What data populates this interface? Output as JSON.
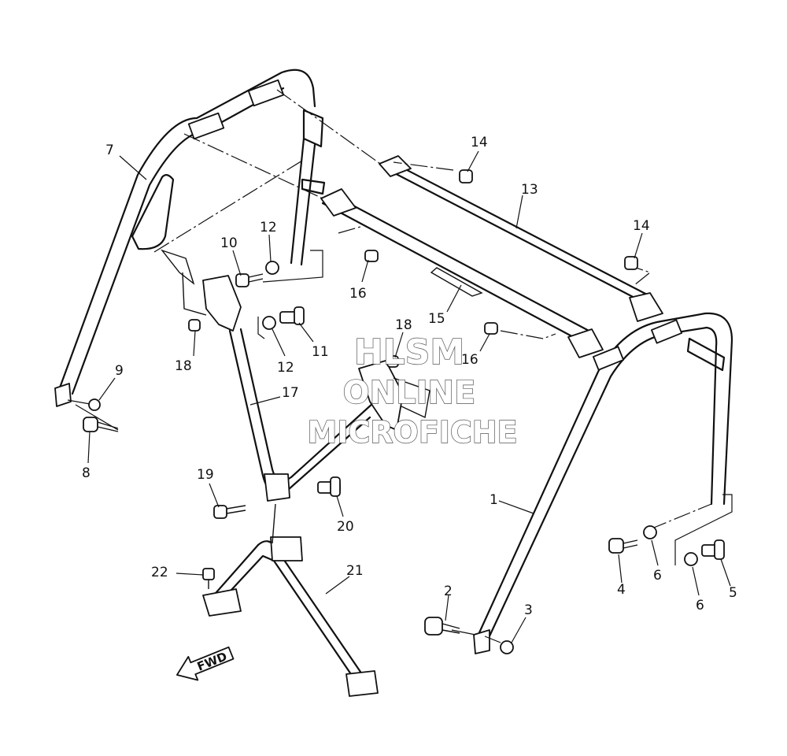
{
  "callouts": [
    {
      "id": "c1",
      "label": "1"
    },
    {
      "id": "c2",
      "label": "2"
    },
    {
      "id": "c3",
      "label": "3"
    },
    {
      "id": "c4",
      "label": "4"
    },
    {
      "id": "c5",
      "label": "5"
    },
    {
      "id": "c6a",
      "label": "6"
    },
    {
      "id": "c6b",
      "label": "6"
    },
    {
      "id": "c7",
      "label": "7"
    },
    {
      "id": "c8",
      "label": "8"
    },
    {
      "id": "c9",
      "label": "9"
    },
    {
      "id": "c10",
      "label": "10"
    },
    {
      "id": "c11",
      "label": "11"
    },
    {
      "id": "c12a",
      "label": "12"
    },
    {
      "id": "c12b",
      "label": "12"
    },
    {
      "id": "c13",
      "label": "13"
    },
    {
      "id": "c14a",
      "label": "14"
    },
    {
      "id": "c14b",
      "label": "14"
    },
    {
      "id": "c15",
      "label": "15"
    },
    {
      "id": "c16a",
      "label": "16"
    },
    {
      "id": "c16b",
      "label": "16"
    },
    {
      "id": "c17",
      "label": "17"
    },
    {
      "id": "c18a",
      "label": "18"
    },
    {
      "id": "c18b",
      "label": "18"
    },
    {
      "id": "c19",
      "label": "19"
    },
    {
      "id": "c20",
      "label": "20"
    },
    {
      "id": "c21",
      "label": "21"
    },
    {
      "id": "c22",
      "label": "22"
    }
  ],
  "direction_arrow": {
    "label": "FWD",
    "icon": "fwd-arrow-icon"
  },
  "watermark": {
    "line1": "HLSM",
    "line2": "ONLINE",
    "line3": "MICROFICHE"
  },
  "colors": {
    "line": "#111111",
    "background": "#ffffff",
    "watermark_outline": "#555555"
  }
}
